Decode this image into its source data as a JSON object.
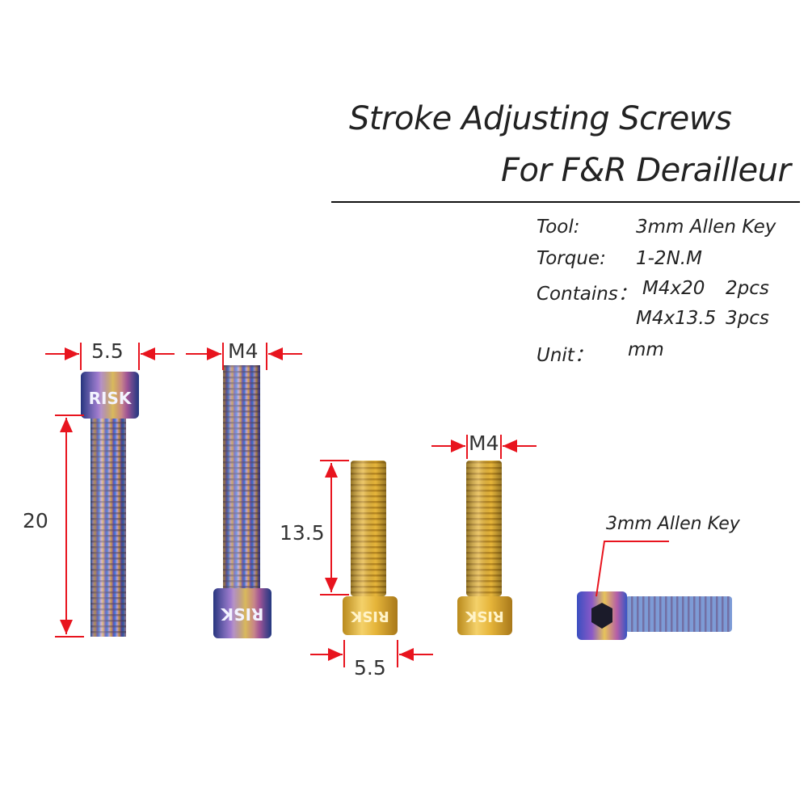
{
  "title": {
    "line1": "Stroke Adjusting Screws",
    "line2": "For F&R Derailleur"
  },
  "specs": {
    "tool_label": "Tool:",
    "tool_value": "3mm Allen Key",
    "torque_label": "Torque:",
    "torque_value": "1-2N.M",
    "contains_label": "Contains：",
    "contains_item1_size": "M4x20",
    "contains_item1_qty": "2pcs",
    "contains_item2_size": "M4x13.5",
    "contains_item2_qty": "3pcs",
    "unit_label": "Unit：",
    "unit_value": "mm"
  },
  "dimensions": {
    "long_head_width": "5.5",
    "long_thread": "M4",
    "long_length": "20",
    "short_length": "13.5",
    "short_thread": "M4",
    "short_head_width": "5.5"
  },
  "callout": {
    "allen_key": "3mm Allen Key"
  },
  "brand_mark": "RISK",
  "colors": {
    "dimension_red": "#e8141e",
    "rainbow_blue": "#3a5fd0",
    "rainbow_purple": "#8a4fb0",
    "rainbow_gold": "#c9a24a",
    "gold": "#e2b53a"
  }
}
